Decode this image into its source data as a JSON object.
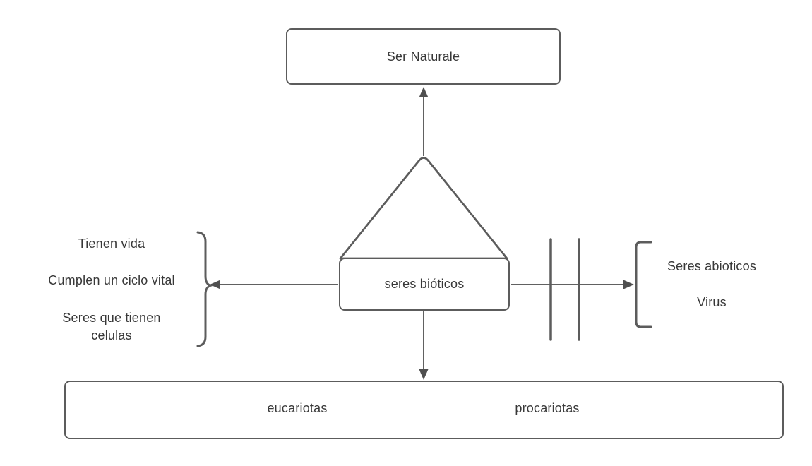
{
  "diagram": {
    "title_box": {
      "label": "Ser Naturale"
    },
    "center_box": {
      "label": "seres bióticos"
    },
    "bottom_box": {
      "labels": [
        "eucariotas",
        "procariotas"
      ]
    },
    "left_branch": {
      "items": [
        "Tienen vida",
        "Cumplen un ciclo vital",
        "Seres que tienen celulas"
      ]
    },
    "right_branch": {
      "items": [
        "Seres abioticos",
        "Virus"
      ]
    },
    "colors": {
      "stroke": "#5c5c5c",
      "line": "#616161",
      "text": "#383838",
      "background": "#ffffff"
    }
  }
}
